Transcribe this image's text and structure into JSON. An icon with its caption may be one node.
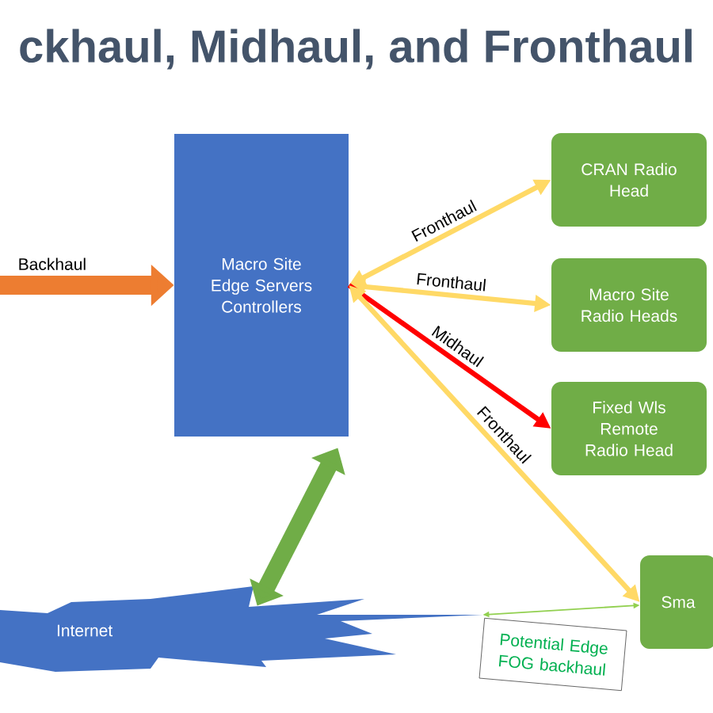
{
  "diagram": {
    "title": "ckhaul, Midhaul, and Fronthaul",
    "nodes": [
      {
        "text": [
          "Macro Site Edge Servers Controllers"
        ]
      },
      {
        "text": [
          "CRAN Radio Head"
        ]
      },
      {
        "text": [
          "Macro Site Radio Heads"
        ]
      },
      {
        "text": [
          "Fixed Wls Remote Radio Head"
        ]
      },
      {
        "text": [
          "Sma"
        ]
      },
      {
        "text": [
          "Internet"
        ]
      },
      {
        "text": [
          "Potential Edge FOG backhaul"
        ]
      }
    ],
    "edges": [
      {
        "from": null,
        "to": 0,
        "arrow": "to",
        "label": "Backhaul",
        "style": "thick",
        "color": "#ed7d31"
      },
      {
        "from": 0,
        "to": 1,
        "arrow": "both",
        "label": "Fronthaul"
      },
      {
        "from": 0,
        "to": 2,
        "arrow": "both",
        "label": "Fronthaul"
      },
      {
        "from": 0,
        "to": 3,
        "arrow": "to",
        "label": "Midhaul",
        "color": "#ff0000"
      },
      {
        "from": 0,
        "to": 4,
        "arrow": "both",
        "label": "Fronthaul"
      },
      {
        "from": 0,
        "to": 5,
        "arrow": "both",
        "style": "thick",
        "color": "#70ad47"
      },
      {
        "from": 5,
        "to": 4,
        "arrow": "both",
        "color": "#92d050"
      }
    ]
  }
}
